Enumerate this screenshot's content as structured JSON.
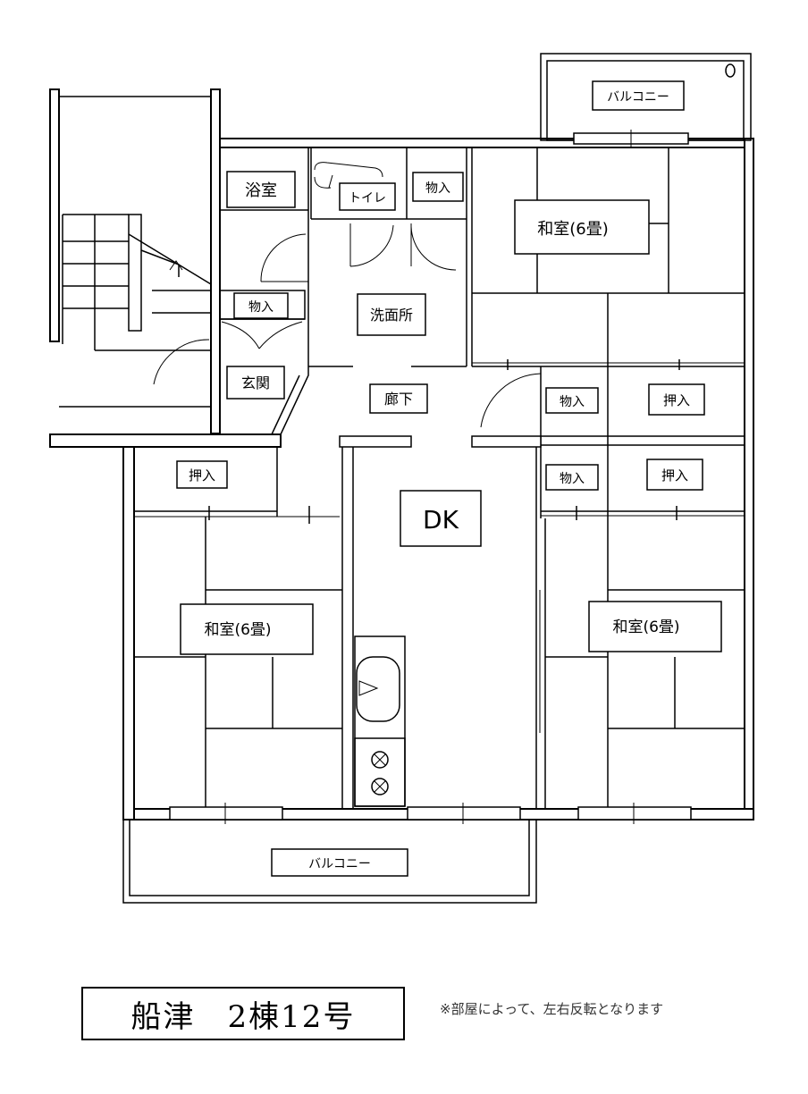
{
  "rooms": {
    "balcony_top": "バルコニー",
    "bath": "浴室",
    "toilet": "トイレ",
    "closet_top": "物入",
    "washroom": "洗面所",
    "closet_entry": "物入",
    "entrance": "玄関",
    "hallway": "廊下",
    "washitsu_ne": "和室(6畳)",
    "closet_east_1": "物入",
    "oshiire_east_1": "押入",
    "closet_east_2": "物入",
    "oshiire_east_2": "押入",
    "oshiire_west": "押入",
    "dk": "DK",
    "washitsu_w": "和室(6畳)",
    "washitsu_e": "和室(6畳)",
    "balcony_bottom": "バルコニー"
  },
  "footer": {
    "title": "船津　2棟12号",
    "note": "※部屋によって、左右反転となります"
  }
}
